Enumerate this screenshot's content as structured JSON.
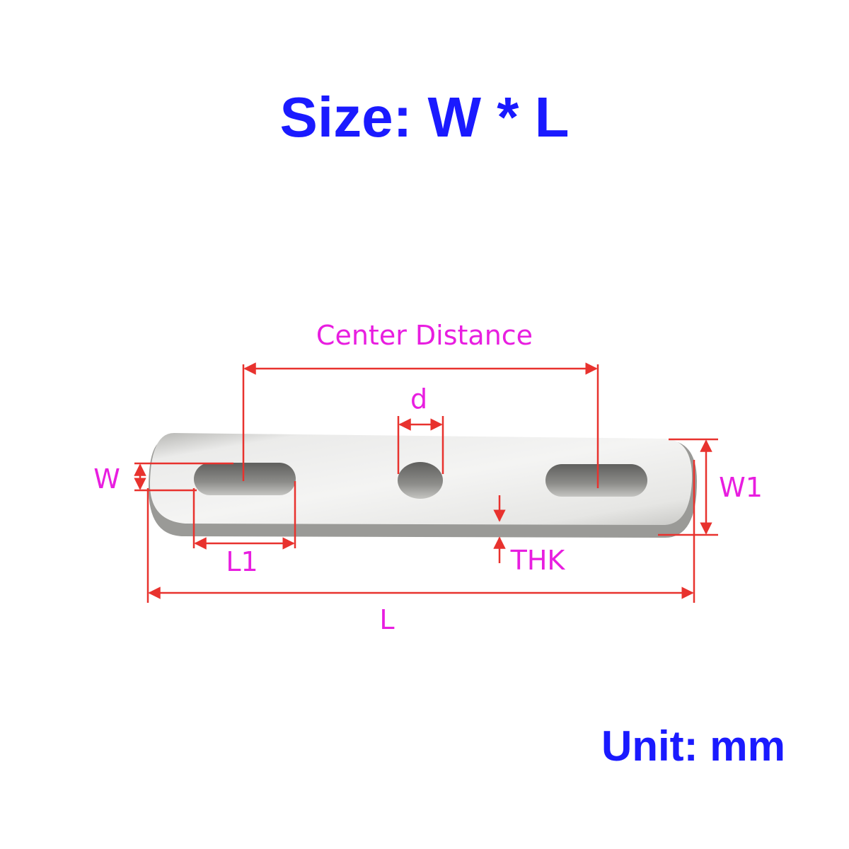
{
  "title": "Size: W * L",
  "unit_note": "Unit: mm",
  "colors": {
    "title": "#1a1aff",
    "label": "#e81ee0",
    "dimension_line": "#e8322e",
    "plate_light": "#eeeeec",
    "plate_dark": "#9a9a97"
  },
  "labels": {
    "center_distance": "Center Distance",
    "hole_diameter": "d",
    "slot_offset": "W",
    "width": "W1",
    "slot_length": "L1",
    "thickness": "THK",
    "length": "L"
  }
}
